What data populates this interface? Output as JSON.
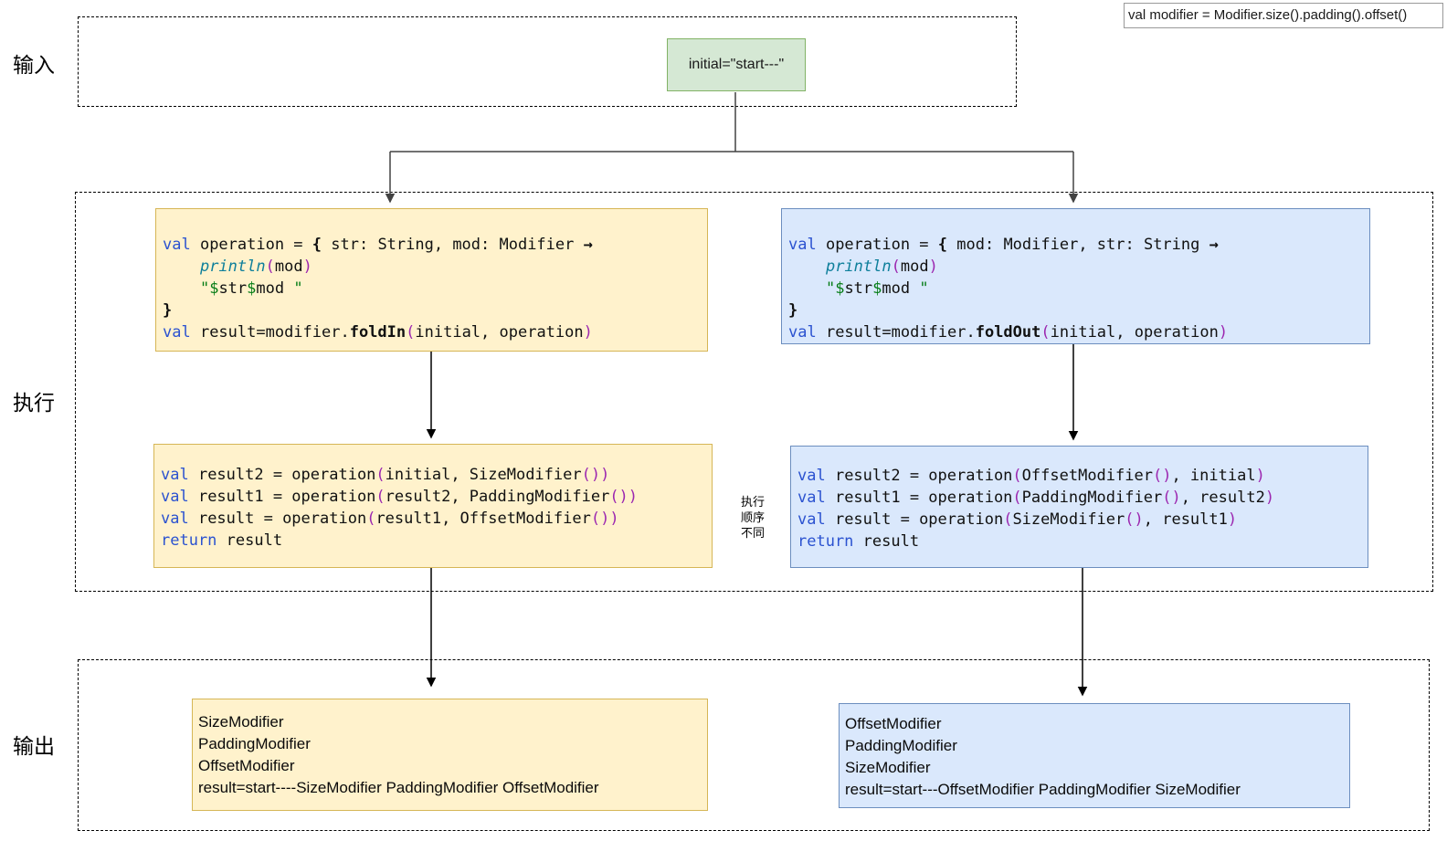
{
  "note": {
    "text": "val modifier = Modifier.size().padding().offset()"
  },
  "row_labels": {
    "input": "输入",
    "execute": "执行",
    "output": "输出"
  },
  "initial_box": {
    "text": "initial=\"start---\""
  },
  "middle_note": {
    "lines": [
      "执行",
      "顺序",
      "不同"
    ]
  },
  "colors": {
    "yellow-fill": "#fff2cc",
    "yellow-stroke": "#d6b656",
    "blue-fill": "#dae8fc",
    "blue-stroke": "#6c8ebf",
    "green-fill": "#d5e8d4",
    "green-stroke": "#82b366",
    "kw": "#2b52d0",
    "fn": "#0e7f9b",
    "pu": "#9c27b0",
    "str": "#067d17",
    "connector": "#424242"
  },
  "code_blocks": {
    "fold_in_def": [
      [
        [
          "k",
          "val"
        ],
        [
          "p",
          " operation = "
        ],
        [
          "b",
          "{"
        ],
        [
          "p",
          " str: String, mod: Modifier "
        ],
        [
          "b",
          "→"
        ]
      ],
      [
        [
          "p",
          "    "
        ],
        [
          "f",
          "println"
        ],
        [
          "pu",
          "("
        ],
        [
          "p",
          "mod"
        ],
        [
          "pu",
          ")"
        ]
      ],
      [
        [
          "p",
          "    "
        ],
        [
          "s",
          "\"$"
        ],
        [
          "p",
          "str"
        ],
        [
          "s",
          "$"
        ],
        [
          "p",
          "mod"
        ],
        [
          "s",
          " \""
        ]
      ],
      [
        [
          "b",
          "}"
        ]
      ],
      [
        [
          "k",
          "val"
        ],
        [
          "p",
          " result=modifier."
        ],
        [
          "b",
          "foldIn"
        ],
        [
          "pu",
          "("
        ],
        [
          "p",
          "initial, operation"
        ],
        [
          "pu",
          ")"
        ]
      ]
    ],
    "fold_out_def": [
      [
        [
          "k",
          "val"
        ],
        [
          "p",
          " operation = "
        ],
        [
          "b",
          "{"
        ],
        [
          "p",
          " mod: Modifier, str: String "
        ],
        [
          "b",
          "→"
        ]
      ],
      [
        [
          "p",
          "    "
        ],
        [
          "f",
          "println"
        ],
        [
          "pu",
          "("
        ],
        [
          "p",
          "mod"
        ],
        [
          "pu",
          ")"
        ]
      ],
      [
        [
          "p",
          "    "
        ],
        [
          "s",
          "\"$"
        ],
        [
          "p",
          "str"
        ],
        [
          "s",
          "$"
        ],
        [
          "p",
          "mod"
        ],
        [
          "s",
          " \""
        ]
      ],
      [
        [
          "b",
          "}"
        ]
      ],
      [
        [
          "k",
          "val"
        ],
        [
          "p",
          " result=modifier."
        ],
        [
          "b",
          "foldOut"
        ],
        [
          "pu",
          "("
        ],
        [
          "p",
          "initial, operation"
        ],
        [
          "pu",
          ")"
        ]
      ]
    ],
    "fold_in_exec": [
      [
        [
          "k",
          "val"
        ],
        [
          "p",
          " result2 = operation"
        ],
        [
          "pu",
          "("
        ],
        [
          "p",
          "initial, SizeModifier"
        ],
        [
          "pu",
          "())"
        ]
      ],
      [
        [
          "k",
          "val"
        ],
        [
          "p",
          " result1 = operation"
        ],
        [
          "pu",
          "("
        ],
        [
          "p",
          "result2, PaddingModifier"
        ],
        [
          "pu",
          "())"
        ]
      ],
      [
        [
          "k",
          "val"
        ],
        [
          "p",
          " result = operation"
        ],
        [
          "pu",
          "("
        ],
        [
          "p",
          "result1, OffsetModifier"
        ],
        [
          "pu",
          "())"
        ]
      ],
      [
        [
          "k",
          "return"
        ],
        [
          "p",
          " result"
        ]
      ]
    ],
    "fold_out_exec": [
      [
        [
          "k",
          "val"
        ],
        [
          "p",
          " result2 = operation"
        ],
        [
          "pu",
          "("
        ],
        [
          "p",
          "OffsetModifier"
        ],
        [
          "pu",
          "()"
        ],
        [
          "p",
          ", initial"
        ],
        [
          "pu",
          ")"
        ]
      ],
      [
        [
          "k",
          "val"
        ],
        [
          "p",
          " result1 = operation"
        ],
        [
          "pu",
          "("
        ],
        [
          "p",
          "PaddingModifier"
        ],
        [
          "pu",
          "()"
        ],
        [
          "p",
          ", result2"
        ],
        [
          "pu",
          ")"
        ]
      ],
      [
        [
          "k",
          "val"
        ],
        [
          "p",
          " result = operation"
        ],
        [
          "pu",
          "("
        ],
        [
          "p",
          "SizeModifier"
        ],
        [
          "pu",
          "()"
        ],
        [
          "p",
          ", result1"
        ],
        [
          "pu",
          ")"
        ]
      ],
      [
        [
          "k",
          "return"
        ],
        [
          "p",
          " result"
        ]
      ]
    ]
  },
  "output_blocks": {
    "fold_in": {
      "lines": [
        "SizeModifier",
        "PaddingModifier",
        "OffsetModifier",
        "result=start----SizeModifier PaddingModifier OffsetModifier"
      ]
    },
    "fold_out": {
      "lines": [
        "OffsetModifier",
        "PaddingModifier",
        "SizeModifier",
        "result=start---OffsetModifier PaddingModifier SizeModifier"
      ]
    }
  }
}
